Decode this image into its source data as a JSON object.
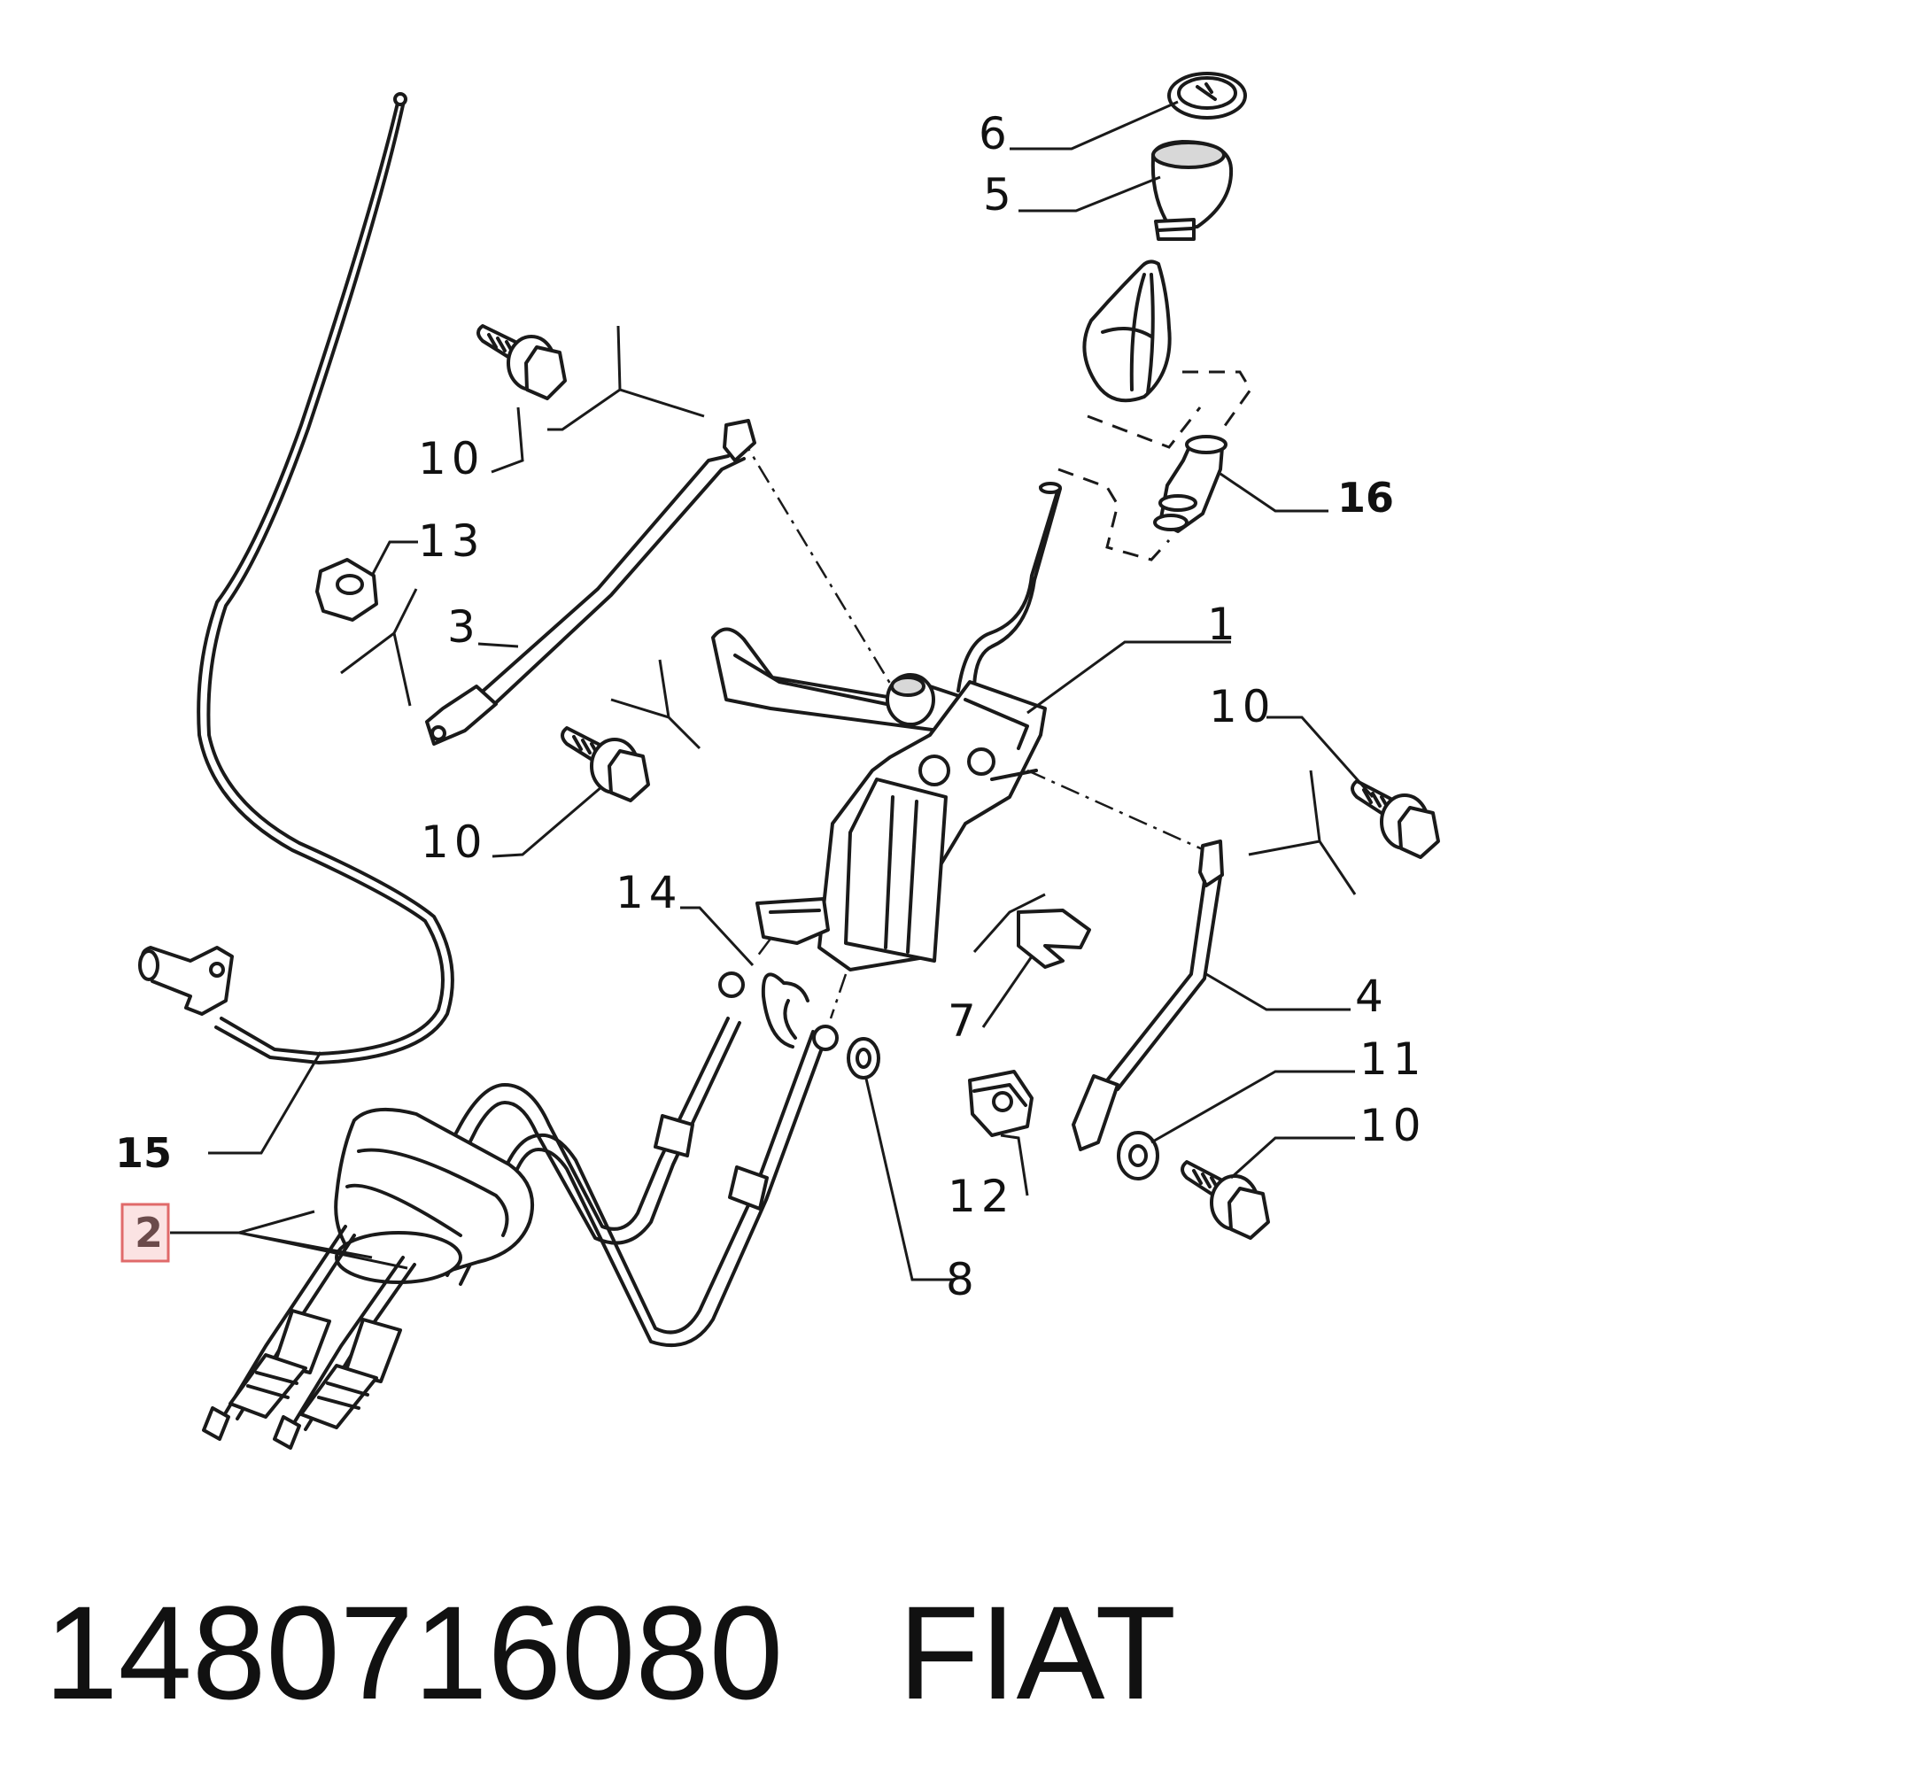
{
  "diagram": {
    "callouts": {
      "c1": "1",
      "c2": "2",
      "c3": "3",
      "c4": "4",
      "c5": "5",
      "c6": "6",
      "c7": "7",
      "c8": "8",
      "c10a": "10",
      "c10b": "10",
      "c10c": "10",
      "c10d": "10",
      "c11": "11",
      "c12": "12",
      "c13": "13",
      "c14": "14",
      "c15": "15",
      "c16": "16"
    },
    "highlighted_part": "2"
  },
  "caption": {
    "part_number": "1480716080",
    "brand": "FIAT"
  },
  "colors": {
    "highlight_border": "#e06a6a",
    "highlight_fill": "#fbe3e3",
    "line": "#1a1a1a"
  }
}
